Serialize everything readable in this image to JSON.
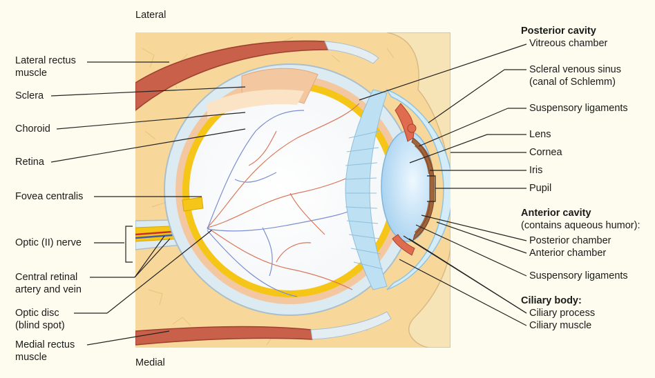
{
  "orientation": {
    "top": "Lateral",
    "bottom": "Medial"
  },
  "left_labels": {
    "lateral_rectus": "Lateral rectus\nmuscle",
    "sclera": "Sclera",
    "choroid": "Choroid",
    "retina": "Retina",
    "fovea": "Fovea centralis",
    "optic_nerve": "Optic (II) nerve",
    "central_retinal": "Central retinal\nartery and vein",
    "optic_disc": "Optic disc\n(blind spot)",
    "medial_rectus": "Medial rectus\nmuscle"
  },
  "right_labels": {
    "posterior_cavity": "Posterior cavity",
    "vitreous": "Vitreous chamber",
    "scleral_sinus": "Scleral venous sinus\n(canal of Schlemm)",
    "suspensory_top": "Suspensory ligaments",
    "lens": "Lens",
    "cornea": "Cornea",
    "iris": "Iris",
    "pupil": "Pupil",
    "anterior_cavity": "Anterior cavity",
    "aqueous_note": "(contains aqueous humor):",
    "posterior_chamber": "Posterior chamber",
    "anterior_chamber": "Anterior chamber",
    "suspensory_bottom": "Suspensory ligaments",
    "ciliary_body": "Ciliary body:",
    "ciliary_process": "Ciliary process",
    "ciliary_muscle": "Ciliary muscle"
  },
  "colors": {
    "fat": "#f7d89a",
    "muscle": "#c9604a",
    "sclera": "#dceaf2",
    "choroid": "#f3c8a0",
    "retina": "#f5c518",
    "iris": "#a0643c",
    "lens": "#bfe0f5",
    "cornea": "#d4ecf8"
  }
}
